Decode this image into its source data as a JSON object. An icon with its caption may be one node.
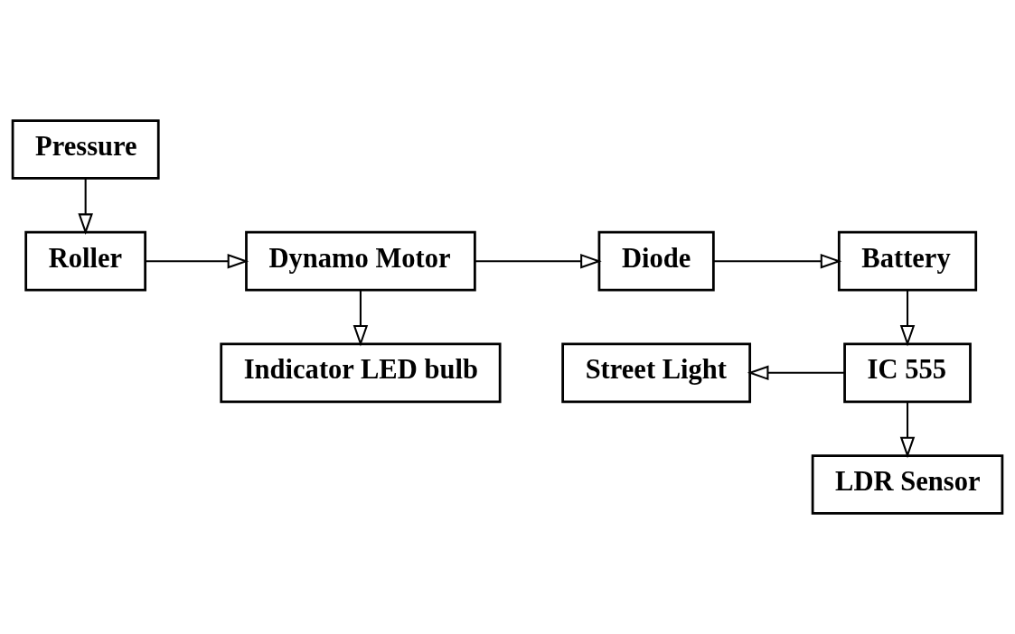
{
  "diagram": {
    "nodes": [
      {
        "text": [
          "Pressure"
        ]
      },
      {
        "text": [
          "Roller"
        ]
      },
      {
        "text": [
          "Indicator LED bulb"
        ]
      },
      {
        "text": [
          "Dynamo Motor"
        ]
      },
      {
        "text": [
          "Diode"
        ]
      },
      {
        "text": [
          "Battery"
        ]
      },
      {
        "text": [
          "Street Light"
        ]
      },
      {
        "text": [
          "IC 555"
        ]
      },
      {
        "text": [
          "LDR Sensor"
        ]
      }
    ],
    "edges": [
      {
        "from": 0,
        "to": 1,
        "arrow": "to"
      },
      {
        "from": 1,
        "to": 3,
        "arrow": "to"
      },
      {
        "from": 3,
        "to": 2,
        "arrow": "to"
      },
      {
        "from": 3,
        "to": 4,
        "arrow": "to"
      },
      {
        "from": 4,
        "to": 5,
        "arrow": "to"
      },
      {
        "from": 5,
        "to": 7,
        "arrow": "to"
      },
      {
        "from": 7,
        "to": 6,
        "arrow": "to"
      },
      {
        "from": 7,
        "to": 8,
        "arrow": "to"
      }
    ]
  }
}
